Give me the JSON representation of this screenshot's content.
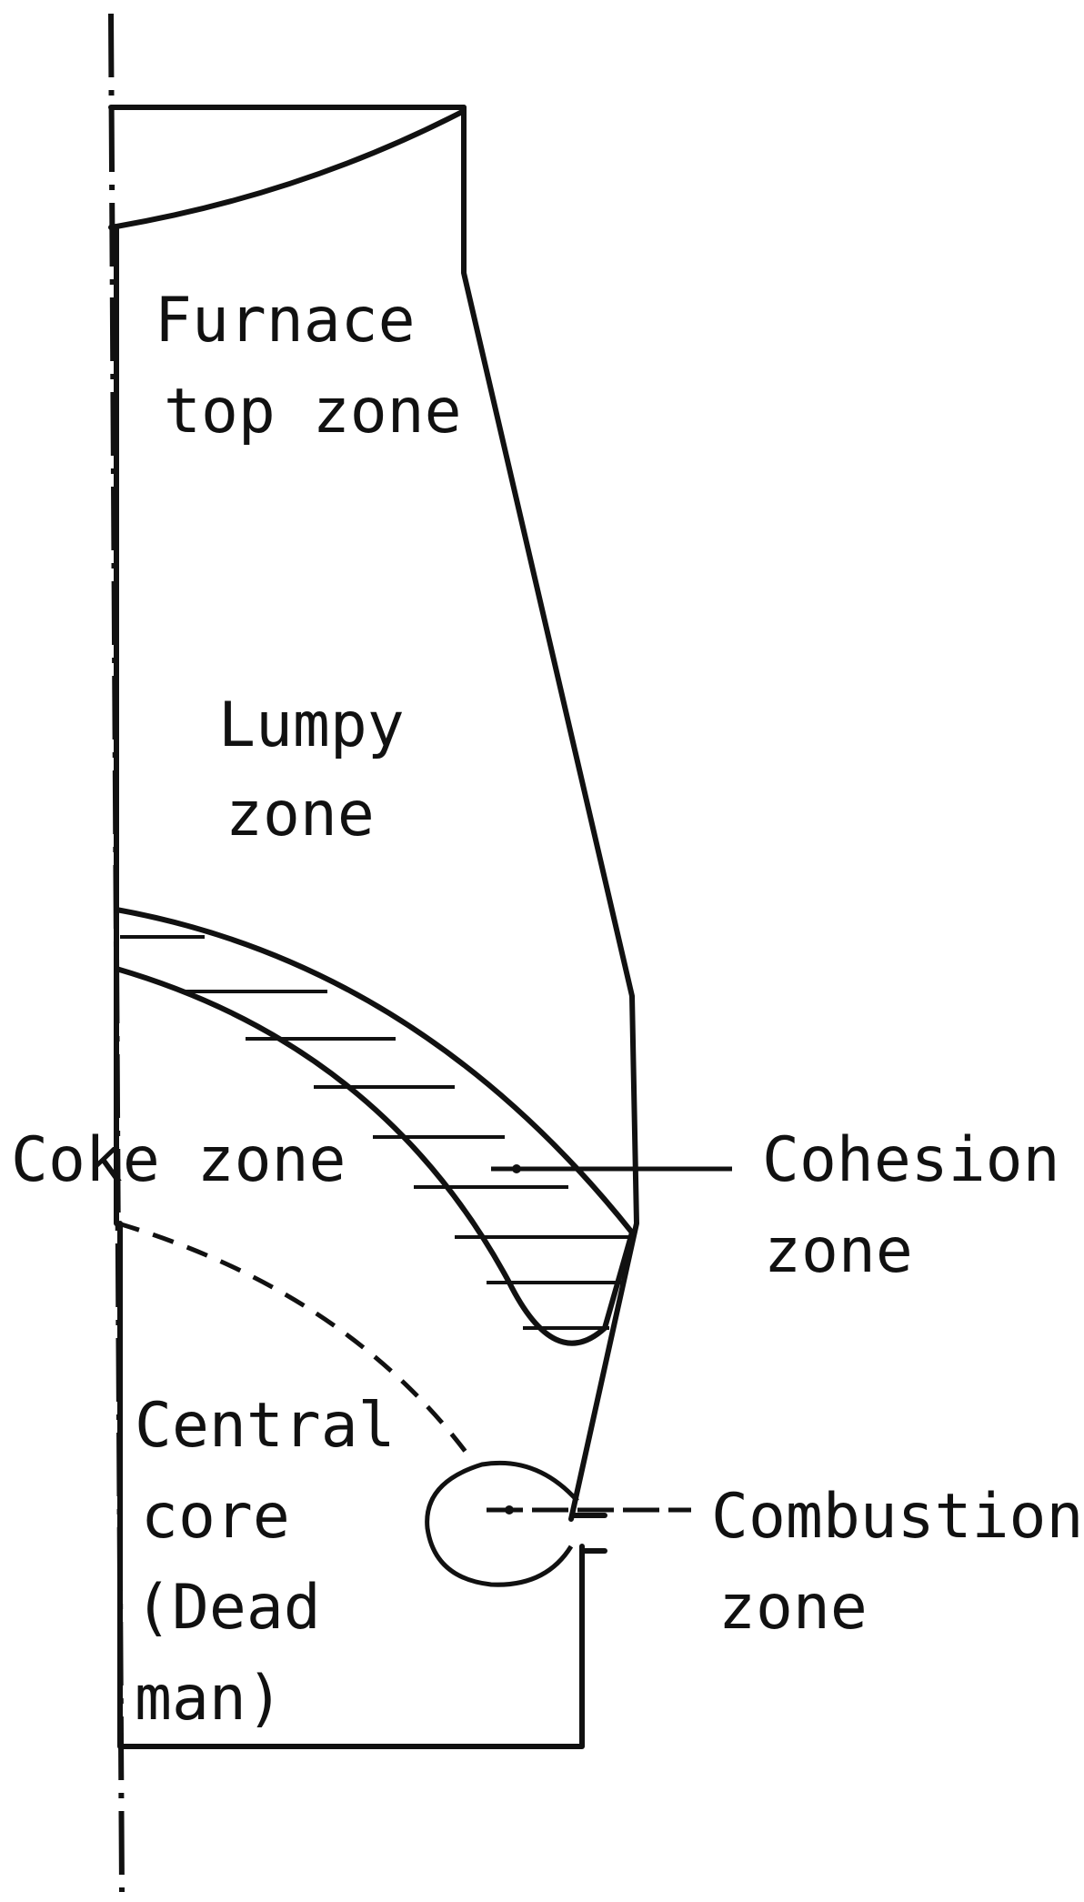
{
  "labels": {
    "furnace_top_line1": "Furnace",
    "furnace_top_line2": "top zone",
    "lumpy_line1": "Lumpy",
    "lumpy_line2": "zone",
    "coke": "Coke zone",
    "cohesion_line1": "Cohesion",
    "cohesion_line2": "zone",
    "central_line1": "Central",
    "central_line2": "core",
    "central_line3": "(Dead",
    "central_line4": "man)",
    "combustion_line1": "Combustion",
    "combustion_line2": "zone"
  },
  "colors": {
    "ink": "#111111",
    "background": "#ffffff"
  }
}
